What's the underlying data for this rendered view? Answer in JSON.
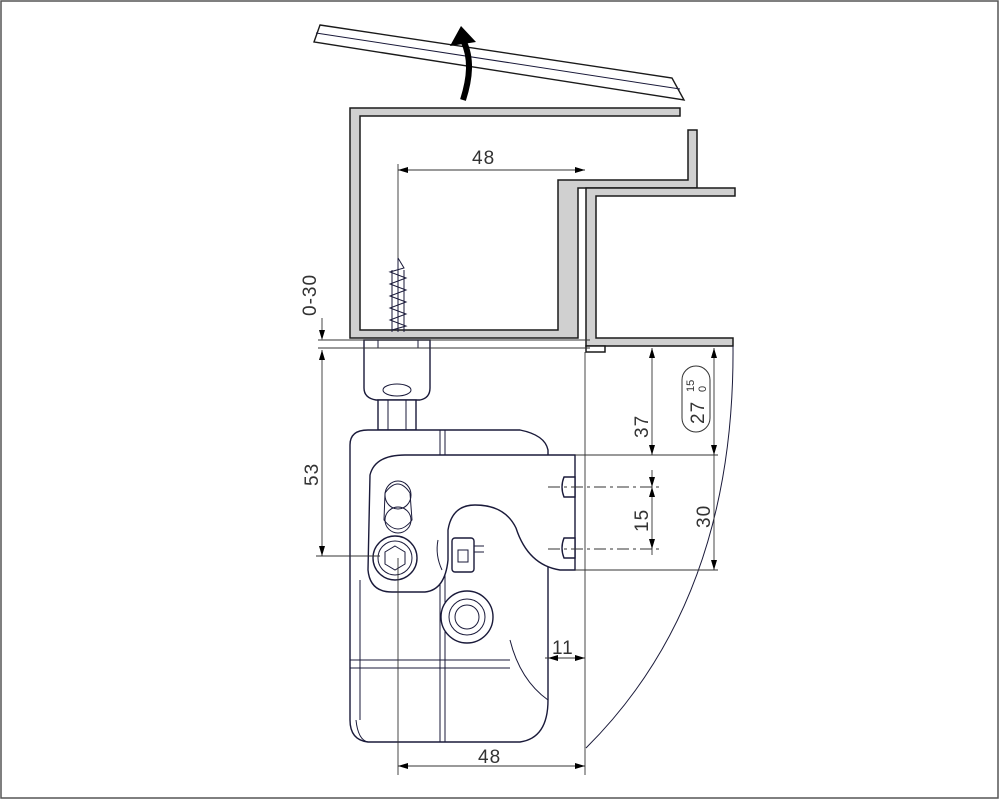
{
  "drawing": {
    "dimensions": {
      "width_top": "48",
      "adjust_range": "0-30",
      "height_total": "53",
      "offset_37": "37",
      "tolerance_base": "27",
      "tolerance_upper": "15",
      "tolerance_lower": "0",
      "spacing_15": "15",
      "height_30": "30",
      "gap_11": "11",
      "width_bottom": "48"
    }
  }
}
